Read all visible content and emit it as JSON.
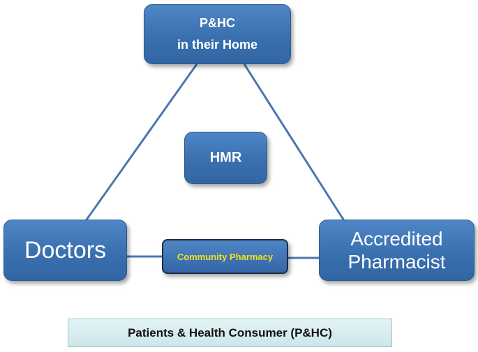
{
  "nodes": {
    "home": {
      "line1": "P&HC",
      "line2": "in their Home"
    },
    "hmr": {
      "label": "HMR"
    },
    "doctors": {
      "label": "Doctors"
    },
    "pharmacist": {
      "line1": "Accredited",
      "line2": "Pharmacist"
    },
    "community_pharmacy": {
      "label": "Community Pharmacy"
    }
  },
  "footer": {
    "label": "Patients & Health Consumer (P&HC)"
  },
  "colors": {
    "box_fill": "#3c72b3",
    "connector": "#4a77b0",
    "community_text": "#f4e21a",
    "footer_fill": "#d8eef0"
  }
}
